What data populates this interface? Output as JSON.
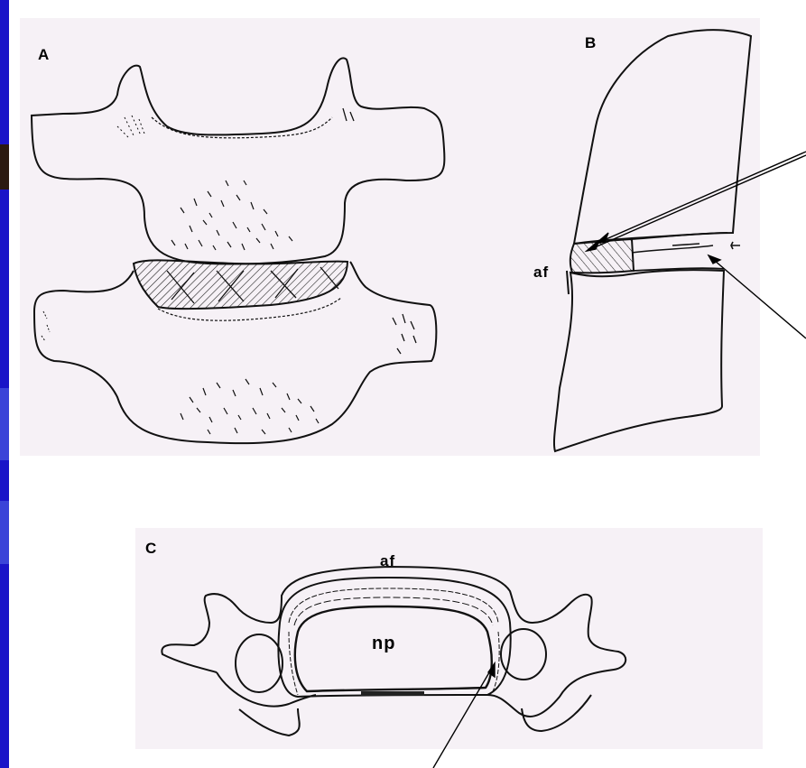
{
  "slide": {
    "background": "#1a14c8",
    "side_accent": "#2b1a10",
    "panel_bg": "#f6f1f6"
  },
  "panels": {
    "a": {
      "label": "A"
    },
    "b": {
      "label": "B",
      "annulus_label": "af"
    },
    "c": {
      "label": "C",
      "annulus_label": "af",
      "nucleus_label": "np"
    }
  }
}
